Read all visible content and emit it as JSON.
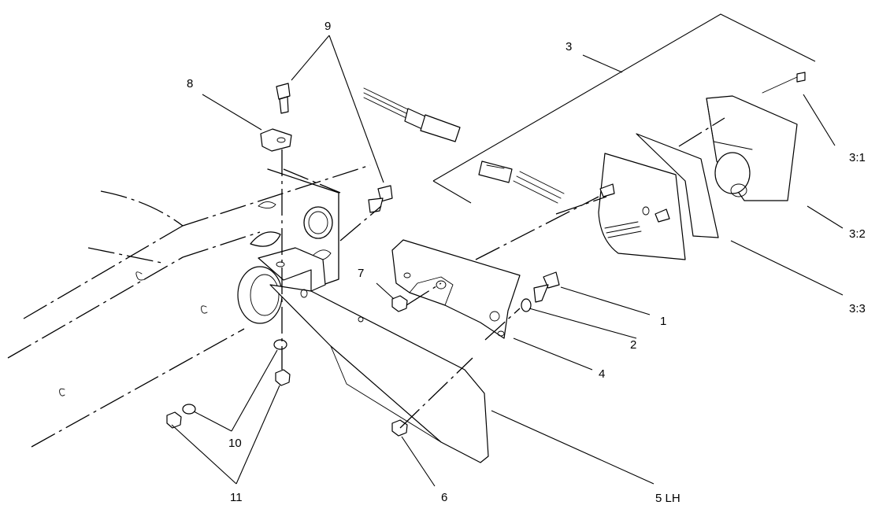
{
  "callouts": [
    {
      "id": "c1",
      "text": "1"
    },
    {
      "id": "c2",
      "text": "2"
    },
    {
      "id": "c3",
      "text": "3"
    },
    {
      "id": "c3_1",
      "text": "3:1"
    },
    {
      "id": "c3_2",
      "text": "3:2"
    },
    {
      "id": "c3_3",
      "text": "3:3"
    },
    {
      "id": "c4",
      "text": "4"
    },
    {
      "id": "c5",
      "text": "5  LH"
    },
    {
      "id": "c6",
      "text": "6"
    },
    {
      "id": "c7",
      "text": "7"
    },
    {
      "id": "c8",
      "text": "8"
    },
    {
      "id": "c9",
      "text": "9"
    },
    {
      "id": "c10",
      "text": "10"
    },
    {
      "id": "c11",
      "text": "11"
    }
  ]
}
